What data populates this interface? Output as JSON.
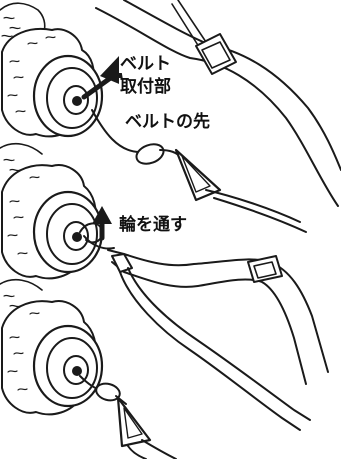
{
  "labels": {
    "belt_mount_line1": "ベルト",
    "belt_mount_line2": "取付部",
    "belt_tip": "ベルトの先",
    "thread_loop": "輪を通す"
  },
  "colors": {
    "stroke": "#1a1a1a",
    "background": "#ffffff"
  }
}
